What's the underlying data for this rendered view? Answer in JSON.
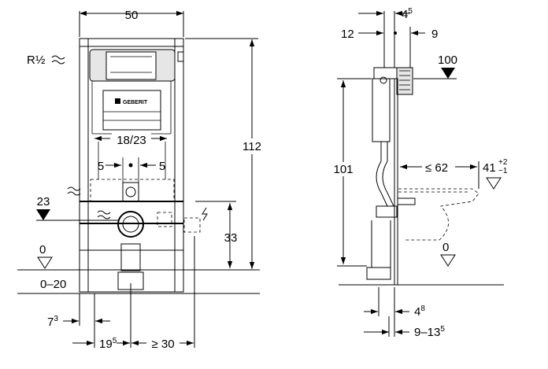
{
  "brand_logo": "GEBERIT",
  "front_view": {
    "frame_width": "50",
    "frame_height": "112",
    "mount_spacing": "18/23",
    "offset_left": "5",
    "offset_right": "5",
    "supply_height": "23",
    "electrical_height": "33",
    "floor_level": "0",
    "floor_adjust": "0–20",
    "foot_offset": {
      "base": "7",
      "sup": "3"
    },
    "drain_offset": {
      "base": "19",
      "sup": "5"
    },
    "electrical_side": "≥ 30",
    "supply_connection": "R½"
  },
  "side_view": {
    "frame_depth_top": {
      "base": "4",
      "sup": "5"
    },
    "offset_12": "12",
    "offset_9": "9",
    "height_100": "100",
    "wc_projection": "≤ 62",
    "seat_height": "41",
    "seat_tol_plus": "+2",
    "seat_tol_minus": "−1",
    "flush_height": "101",
    "floor_level": "0",
    "base_depth": {
      "base": "4",
      "sup": "8"
    },
    "base_range": {
      "base": "9–13",
      "sup": "5"
    }
  }
}
